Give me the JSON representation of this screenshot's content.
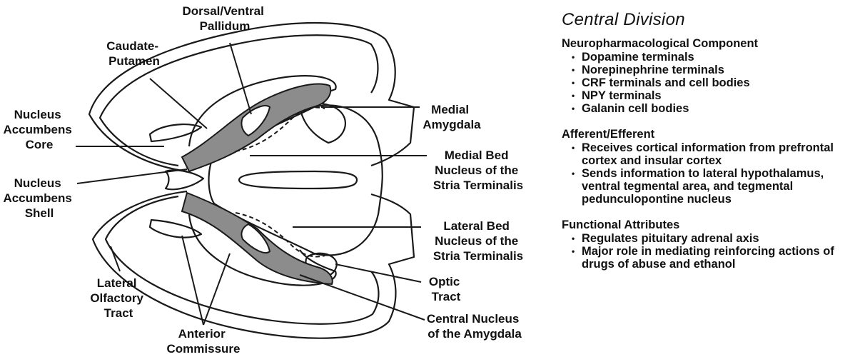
{
  "diagram": {
    "labels": {
      "dorsal_ventral_pallidum": [
        "Dorsal/Ventral",
        "Pallidum"
      ],
      "caudate_putamen": [
        "Caudate-",
        "Putamen"
      ],
      "nucleus_accumbens_core": [
        "Nucleus",
        "Accumbens",
        "Core"
      ],
      "nucleus_accumbens_shell": [
        "Nucleus",
        "Accumbens",
        "Shell"
      ],
      "lateral_olfactory_tract": [
        "Lateral",
        "Olfactory",
        "Tract"
      ],
      "anterior_commissure": [
        "Anterior",
        "Commissure"
      ],
      "medial_amygdala": [
        "Medial",
        "Amygdala"
      ],
      "medial_bed_nucleus": [
        "Medial Bed",
        "Nucleus of the",
        "Stria Terminalis"
      ],
      "lateral_bed_nucleus": [
        "Lateral Bed",
        "Nucleus of the",
        "Stria Terminalis"
      ],
      "optic_tract": [
        "Optic",
        "Tract"
      ],
      "central_nucleus_amygdala": [
        "Central Nucleus",
        "of the Amygdala"
      ]
    },
    "colors": {
      "outline": "#1a1a1a",
      "shaded_region": "#8c8c8c",
      "background": "#ffffff"
    }
  },
  "panel": {
    "title": "Central Division",
    "sections": [
      {
        "heading": "Neuropharmacological Component",
        "items": [
          "Dopamine terminals",
          "Norepinephrine terminals",
          "CRF terminals and cell bodies",
          "NPY terminals",
          "Galanin cell bodies"
        ]
      },
      {
        "heading": "Afferent/Efferent",
        "items": [
          "Receives cortical information from prefrontal cortex and insular cortex",
          "Sends information to lateral hypothalamus, ventral tegmental area, and tegmental pedunculopontine nucleus"
        ]
      },
      {
        "heading": "Functional Attributes",
        "items": [
          "Regulates pituitary adrenal axis",
          "Major role in mediating reinforcing actions of drugs of abuse and ethanol"
        ]
      }
    ]
  }
}
